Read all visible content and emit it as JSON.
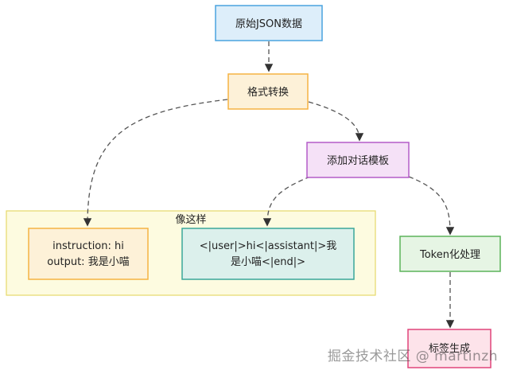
{
  "nodes": {
    "raw_json": "原始JSON数据",
    "format_convert": "格式转换",
    "add_template": "添加对话模板",
    "example_plain_line1": "instruction: hi",
    "example_plain_line2": "output: 我是小喵",
    "example_template_line1": "<|user|>hi<|assistant|>我",
    "example_template_line2": "是小喵<|end|>",
    "tokenize": "Token化处理",
    "label_gen": "标签生成"
  },
  "group": {
    "title": "像这样"
  },
  "watermark": "掘金技术社区 @ martinzh",
  "colors": {
    "blue_fill": "#ddeefa",
    "blue_stroke": "#4aa3df",
    "orange_fill": "#fdf1d8",
    "orange_stroke": "#f5b342",
    "purple_fill": "#f5e1f7",
    "purple_stroke": "#b35cc8",
    "group_fill": "#fdfbe0",
    "group_stroke": "#e6d96a",
    "teal_fill": "#dcf0ec",
    "teal_stroke": "#3aa79a",
    "green_fill": "#e6f5e4",
    "green_stroke": "#5bb35a",
    "pink_fill": "#fde3ea",
    "pink_stroke": "#e0447a"
  }
}
